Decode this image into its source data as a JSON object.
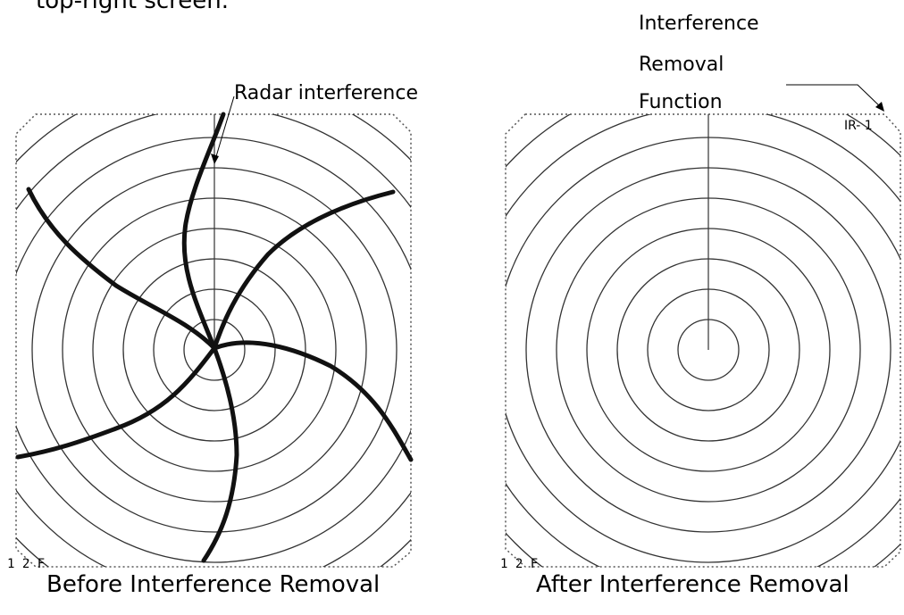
{
  "header_fragment": "top-right screen.",
  "function_label": {
    "line1": "Interference",
    "line2": "Removal",
    "line3": "Function"
  },
  "ir_indicator": "IR- 1",
  "interference_label": "Radar interference",
  "range_mark": "1 2 F",
  "captions": {
    "before": "Before Interference Removal",
    "after": "After Interference Removal"
  }
}
